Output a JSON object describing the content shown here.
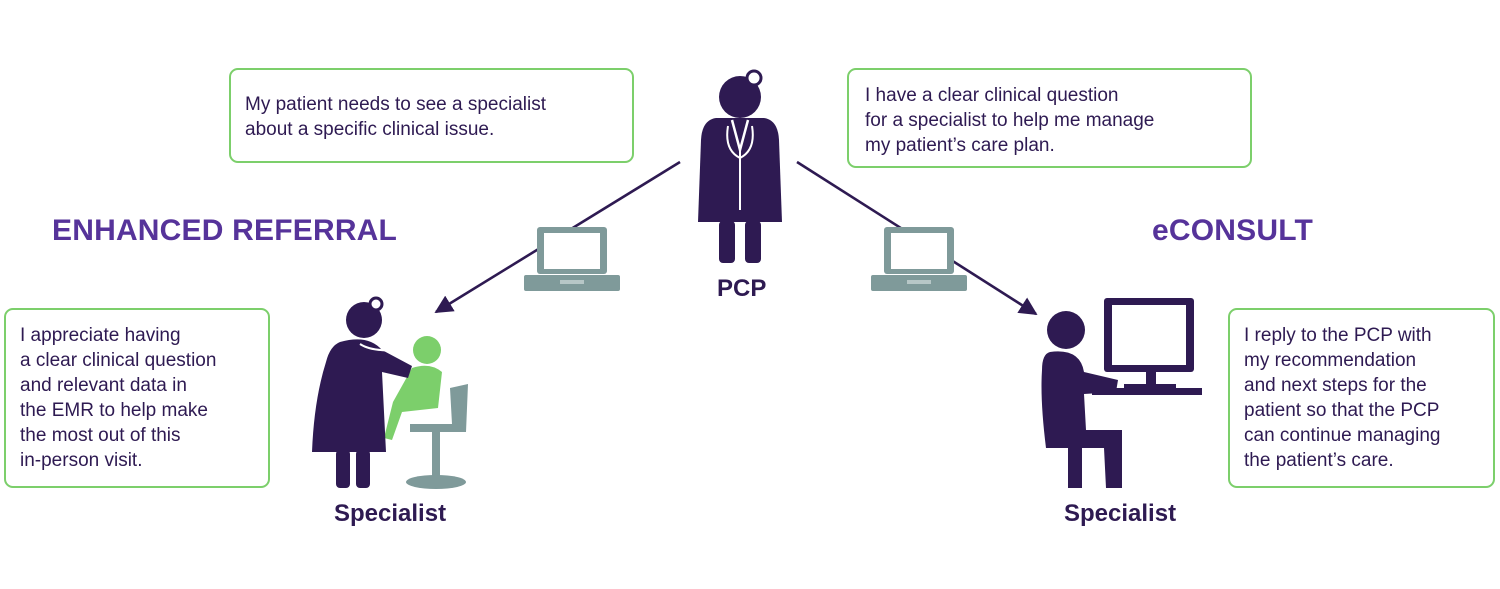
{
  "diagram": {
    "colors": {
      "purple_dark": "#2e1a52",
      "purple_heading": "#56339a",
      "green": "#7ccf6b",
      "laptop_gray": "#7f9a9a"
    },
    "headings": {
      "enhanced_referral": "ENHANCED REFERRAL",
      "econsult": "eCONSULT"
    },
    "labels": {
      "pcp": "PCP",
      "specialist_left": "Specialist",
      "specialist_right": "Specialist"
    },
    "boxes": {
      "pcp_referral": {
        "lines": [
          "My patient needs to see a specialist",
          "about a specific clinical issue."
        ]
      },
      "pcp_econsult": {
        "lines": [
          "I have a clear clinical question",
          "for a specialist to help me manage",
          "my patient’s care plan."
        ]
      },
      "specialist_referral": {
        "lines": [
          "I appreciate having",
          "a clear clinical question",
          "and relevant data in",
          "the EMR to help make",
          "the most out of this",
          "in-person visit."
        ]
      },
      "specialist_econsult": {
        "lines": [
          "I reply to the PCP with",
          "my recommendation",
          "and next steps for the",
          "patient so that the PCP",
          "can continue managing",
          "the patient’s care."
        ]
      }
    },
    "icons": [
      "pcp-doctor-icon",
      "laptop-icon",
      "specialist-examining-child-icon",
      "specialist-at-computer-icon"
    ]
  }
}
